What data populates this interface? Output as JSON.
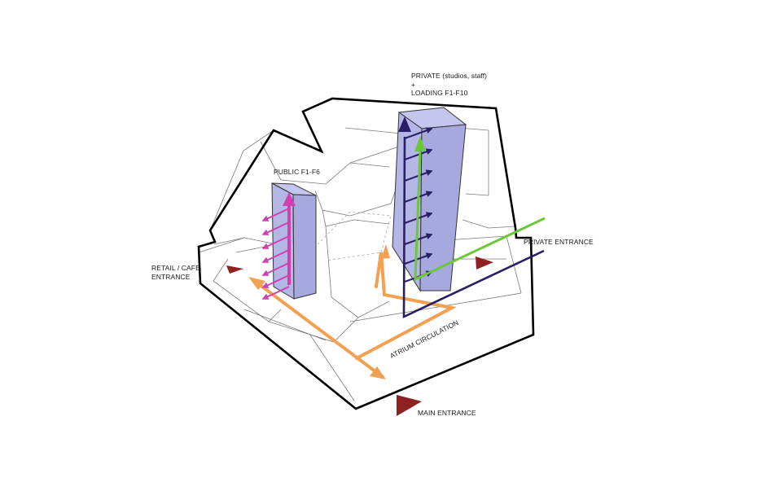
{
  "labels": {
    "private": "PRIVATE (studios, staff)\n+\nLOADING F1-F10",
    "public": "PUBLIC F1-F6",
    "private_entrance": "PRIVATE ENTRANCE",
    "retail_cafe": "RETAIL / CAFE\nENTRANCE",
    "atrium": "ATRIUM CIRCULATION",
    "main_entrance": "MAIN ENTRANCE"
  },
  "colors": {
    "outline": "#000000",
    "thin_lines": "#7a7a7a",
    "core_fill": "#b4b6e6",
    "public_arrows": "#d040b0",
    "private_arrows": "#2a1f66",
    "private_green": "#6cc83a",
    "atrium_orange": "#f2a052",
    "entrance_markers": "#8e2222"
  }
}
